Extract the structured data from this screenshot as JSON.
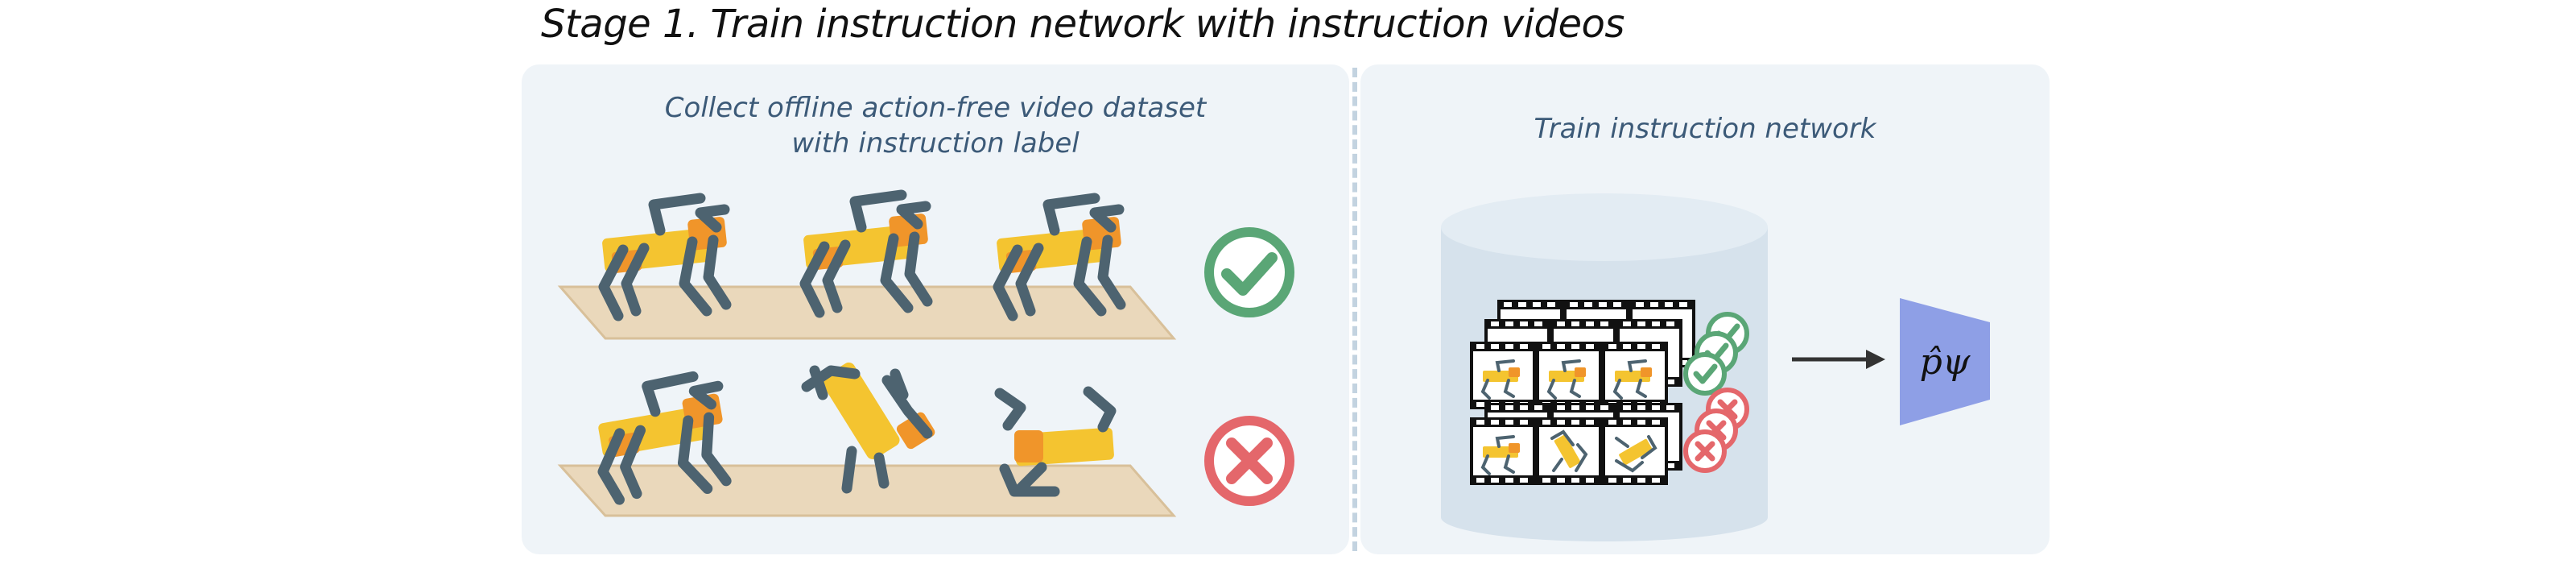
{
  "title": "Stage 1. Train instruction network with instruction videos",
  "left_panel": {
    "caption_line1": "Collect offline action-free video dataset",
    "caption_line2": "with instruction label"
  },
  "right_panel": {
    "caption": "Train instruction network",
    "network_label": "p̂ψ"
  },
  "colors": {
    "panel_bg": "#eff4f8",
    "caption_text": "#3c5a78",
    "success_green": "#5aa676",
    "failure_red": "#e4676b",
    "robot_body": "#f4c430",
    "robot_joint": "#f0952a",
    "robot_leg": "#4d6370",
    "platform": "#ead8bb",
    "network_fill": "#8e9fe6",
    "database_fill": "#d6e2ec"
  },
  "icons": {
    "success": "check-circle-icon",
    "failure": "x-circle-icon",
    "arrow": "arrow-right-icon",
    "database": "database-icon"
  }
}
